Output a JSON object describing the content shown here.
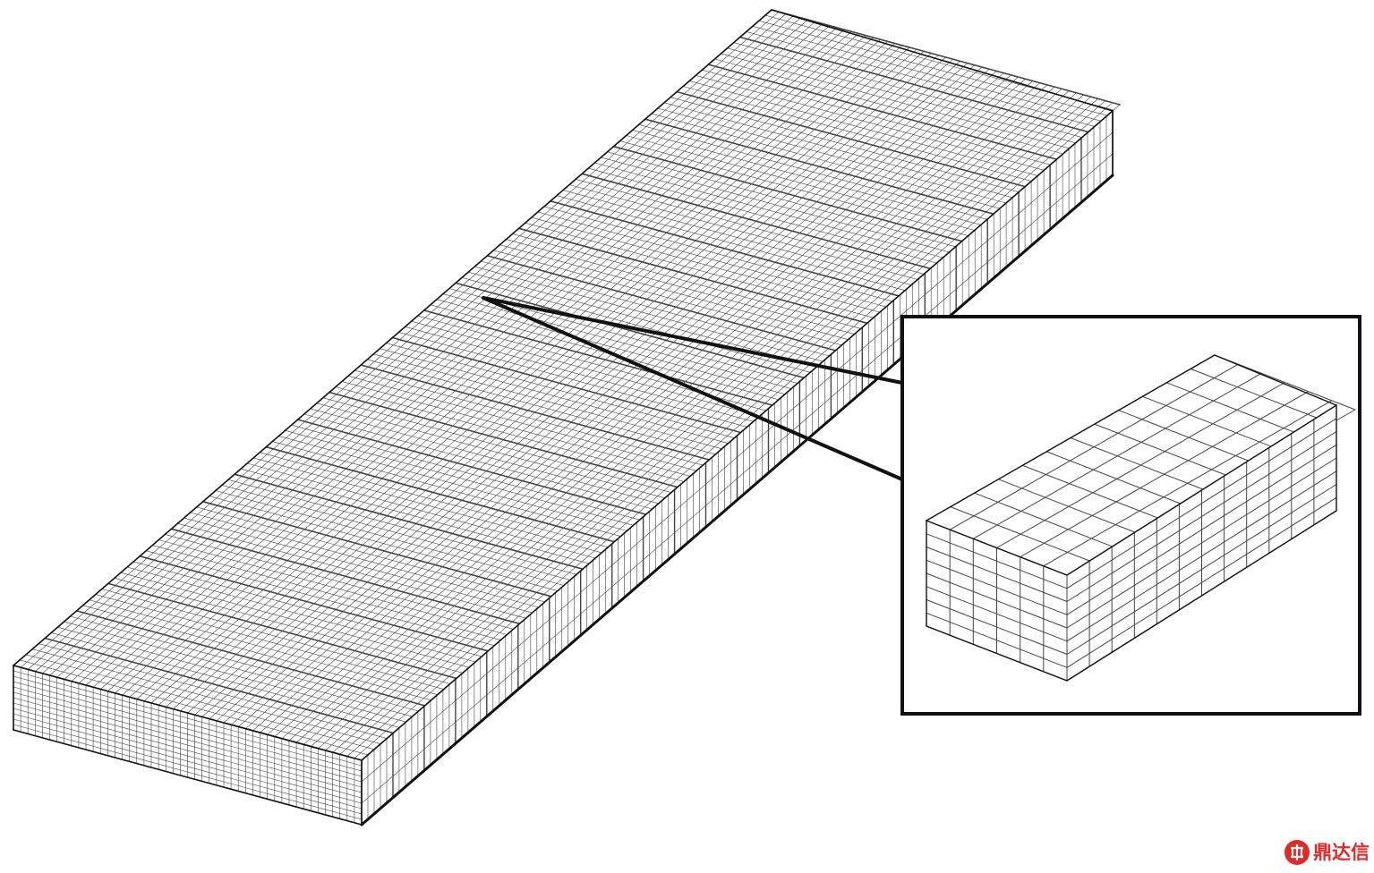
{
  "figure": {
    "slab_mesh": {
      "length_divisions": 120,
      "width_divisions": 48,
      "thickness_divisions": 12,
      "band_every": 5
    },
    "block_mesh": {
      "length_divisions": 12,
      "width_divisions": 6,
      "thickness_divisions": 8
    }
  },
  "colors": {
    "background": "#ffffff",
    "mesh_line": "#444444",
    "outline": "#111111",
    "watermark": "#e02a2a"
  },
  "watermark": {
    "text": "鼎达信",
    "icon": "watermark-logo-icon"
  }
}
